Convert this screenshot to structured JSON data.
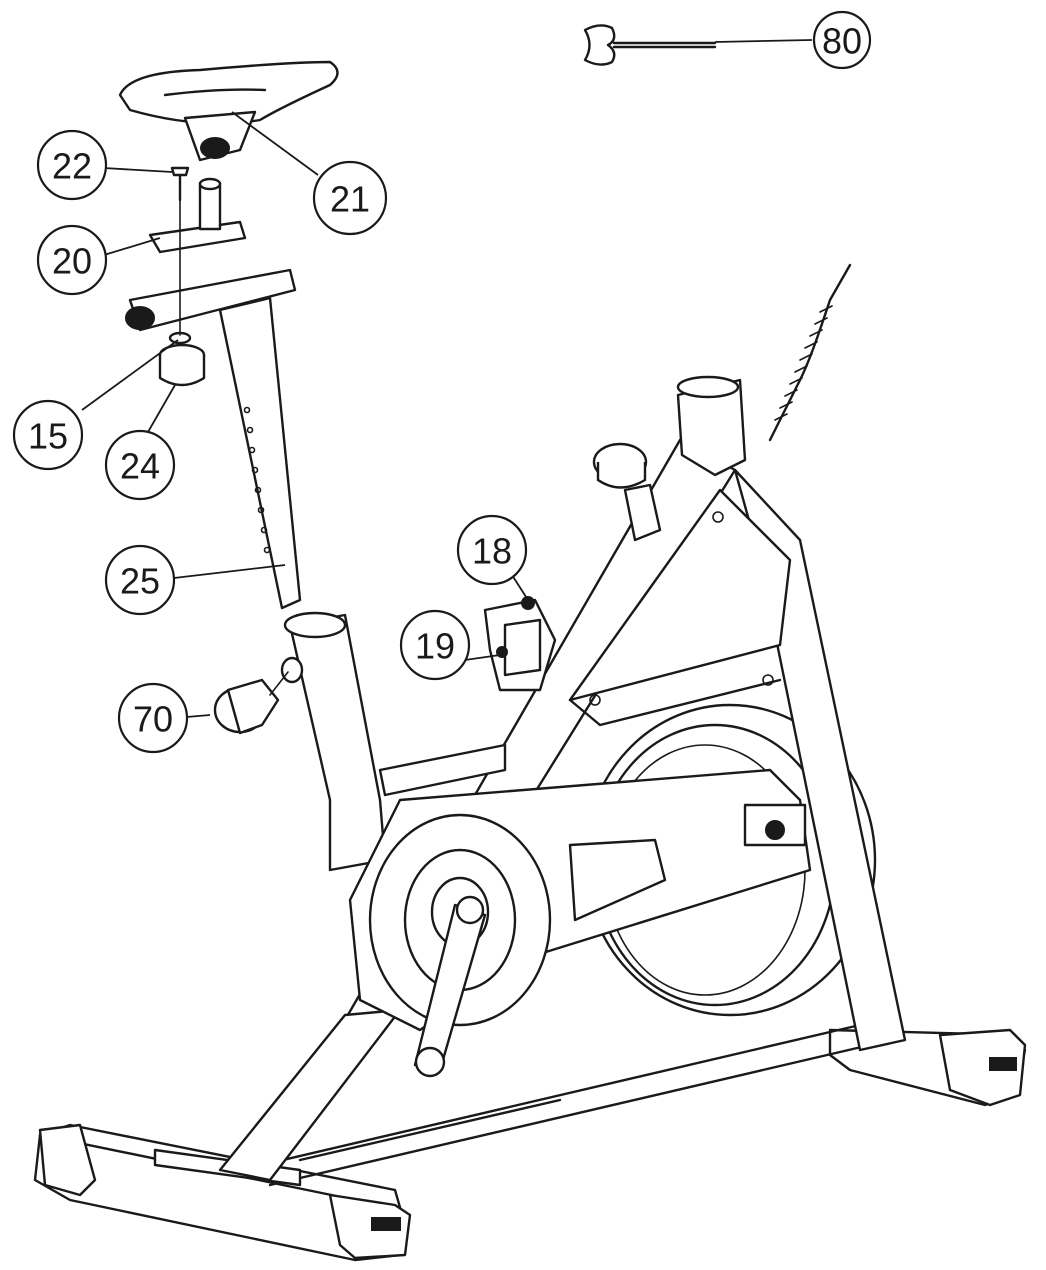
{
  "callouts": [
    {
      "id": "80",
      "label": "80"
    },
    {
      "id": "22",
      "label": "22"
    },
    {
      "id": "21",
      "label": "21"
    },
    {
      "id": "20",
      "label": "20"
    },
    {
      "id": "15",
      "label": "15"
    },
    {
      "id": "24",
      "label": "24"
    },
    {
      "id": "25",
      "label": "25"
    },
    {
      "id": "18",
      "label": "18"
    },
    {
      "id": "19",
      "label": "19"
    },
    {
      "id": "70",
      "label": "70"
    }
  ],
  "colors": {
    "line": "#1a1a1a",
    "background": "#ffffff"
  }
}
